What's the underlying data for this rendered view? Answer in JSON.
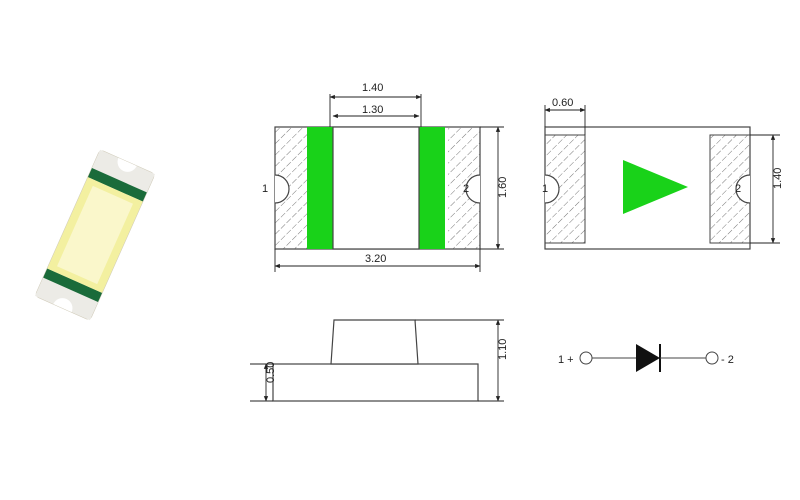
{
  "colors": {
    "led_green": "#19d219",
    "outline": "#444444",
    "hatch": "#555555",
    "photo_yellow": "#f3f0a0",
    "photo_band": "#1a6b3a"
  },
  "top_view": {
    "dim_outer_width": "1.40",
    "dim_inner_width": "1.30",
    "dim_length": "3.20",
    "dim_height": "1.60",
    "pad_left": "1",
    "pad_right": "2"
  },
  "bottom_view": {
    "dim_pad_width": "0.60",
    "dim_height": "1.40",
    "pad_left": "1",
    "pad_right": "2"
  },
  "side_view": {
    "dim_total_height": "1.10",
    "dim_base_height": "0.50"
  },
  "schematic": {
    "anode_label": "1 +",
    "cathode_label": "- 2"
  },
  "icons": [
    "led-photo",
    "diode-symbol",
    "polarity-triangle"
  ]
}
